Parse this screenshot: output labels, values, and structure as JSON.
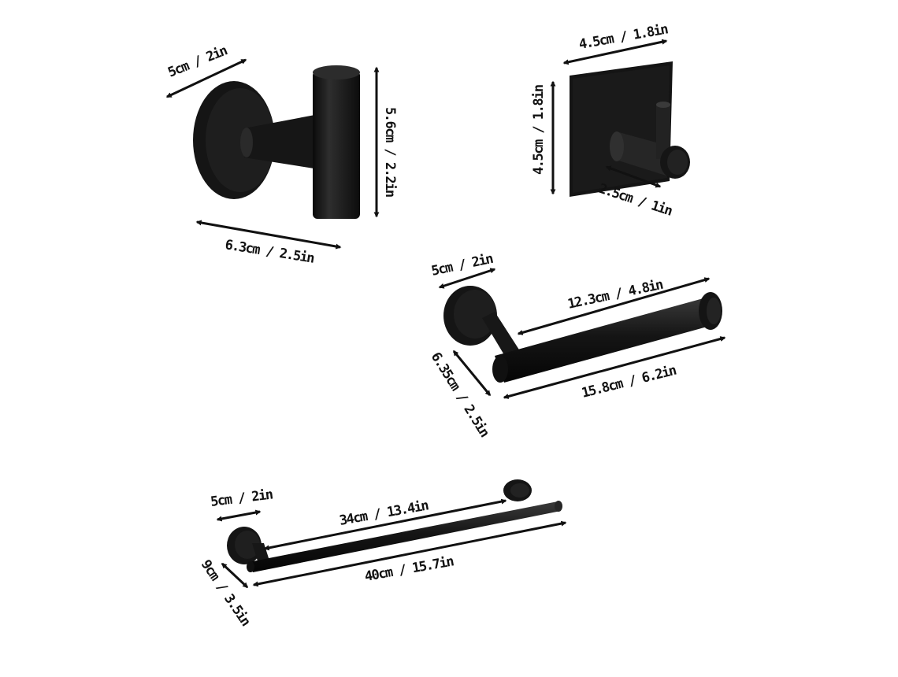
{
  "colors": {
    "product": "#151515",
    "product_highlight": "#3a3a3a",
    "arrow": "#111111",
    "background": "#ffffff"
  },
  "products": {
    "robe_hook": {
      "base_diameter": "5cm / 2in",
      "height": "5.6cm / 2.2in",
      "depth": "6.3cm / 2.5in"
    },
    "adhesive_hook": {
      "plate_width": "4.5cm / 1.8in",
      "plate_height": "4.5cm / 1.8in",
      "hook_depth": "2.5cm / 1in"
    },
    "toilet_paper_holder": {
      "base_diameter": "5cm / 2in",
      "bar_length": "12.3cm / 4.8in",
      "overall_length": "15.8cm / 6.2in",
      "projection": "6.35cm / 2.5in"
    },
    "towel_bar": {
      "base_diameter": "5cm / 2in",
      "bar_length": "34cm / 13.4in",
      "overall_length": "40cm / 15.7in",
      "projection": "9cm / 3.5in"
    }
  }
}
